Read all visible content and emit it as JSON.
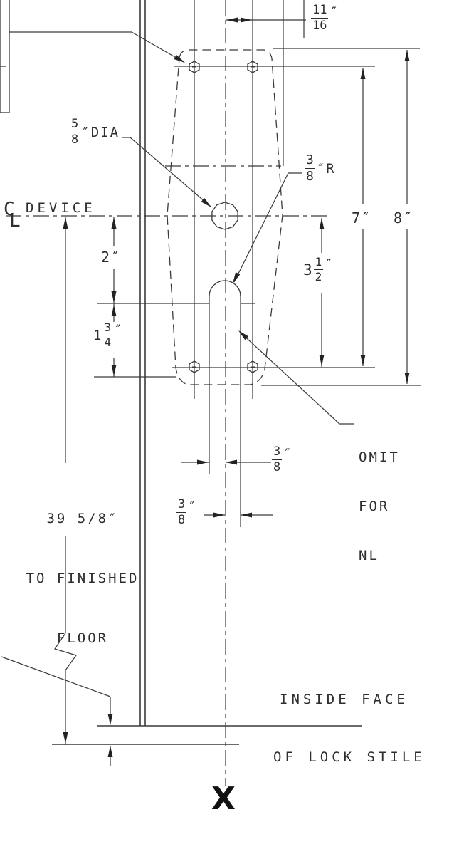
{
  "drawing": {
    "colors": {
      "line": "#3a3a3a",
      "text": "#2e2e2e"
    },
    "centerline_callout": {
      "symbol_c": "C",
      "symbol_l": "L",
      "label": "DEVICE"
    },
    "callouts": {
      "hole_diameter": {
        "num": "5",
        "den": "8",
        "suffix": "″DIA"
      },
      "slot_radius": {
        "num": "3",
        "den": "8",
        "suffix": "″R"
      },
      "omit": {
        "line1": "OMIT",
        "line2": "FOR",
        "line3": "NL"
      },
      "inside_face": {
        "line1": "INSIDE FACE",
        "line2": "OF LOCK STILE"
      },
      "floor_reference": {
        "line1": "39 5/8″",
        "line2": "TO FINISHED",
        "line3": "FLOOR"
      },
      "datum_mark": "X"
    },
    "dimensions": {
      "hole_offset_from_cl": {
        "num": "11",
        "den": "16",
        "suffix": "″"
      },
      "top_to_bottom_holes": "7″",
      "plate_height": "8″",
      "cl_to_bottom_holes": {
        "whole": "3",
        "num": "1",
        "den": "2",
        "suffix": "″"
      },
      "cl_to_slot_line": "2″",
      "slot_line_to_plate_bottom": {
        "whole": "1",
        "num": "3",
        "den": "4",
        "suffix": "″"
      },
      "slot_left_of_cl": {
        "num": "3",
        "den": "8",
        "suffix": "″"
      },
      "slot_right_of_cl": {
        "num": "3",
        "den": "8",
        "suffix": "″"
      }
    }
  }
}
